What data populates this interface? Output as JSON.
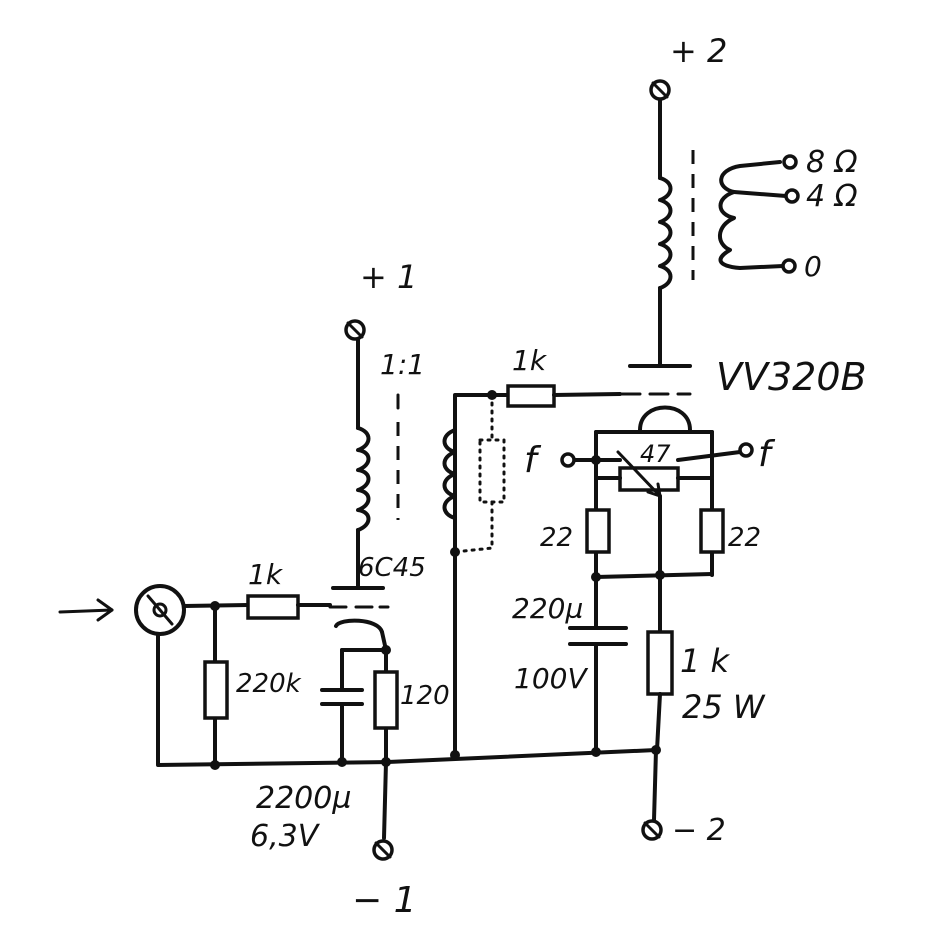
{
  "labels": {
    "supply1_plus": "+ 1",
    "supply1_minus": "− 1",
    "supply2_plus": "+ 2",
    "supply2_minus": "− 2",
    "transformer1_ratio": "1:1",
    "tube1": "6C45",
    "tube2": "VV320B",
    "r_input_series": "1k",
    "r_input_shunt": "220k",
    "r_cathode1": "120",
    "c_cathode1_value": "2200µ",
    "c_cathode1_voltage": "6,3V",
    "r_grid2": "1k",
    "filament_left": "f",
    "filament_right": "f",
    "pot_hum": "47",
    "r_fil_left": "22",
    "r_fil_right": "22",
    "c_cathode2_value": "220µ",
    "c_cathode2_voltage": "100V",
    "r_cathode2_value": "1 k",
    "r_cathode2_power": "25 W",
    "out_8": "8 Ω",
    "out_4": "4 Ω",
    "out_0": "0"
  }
}
